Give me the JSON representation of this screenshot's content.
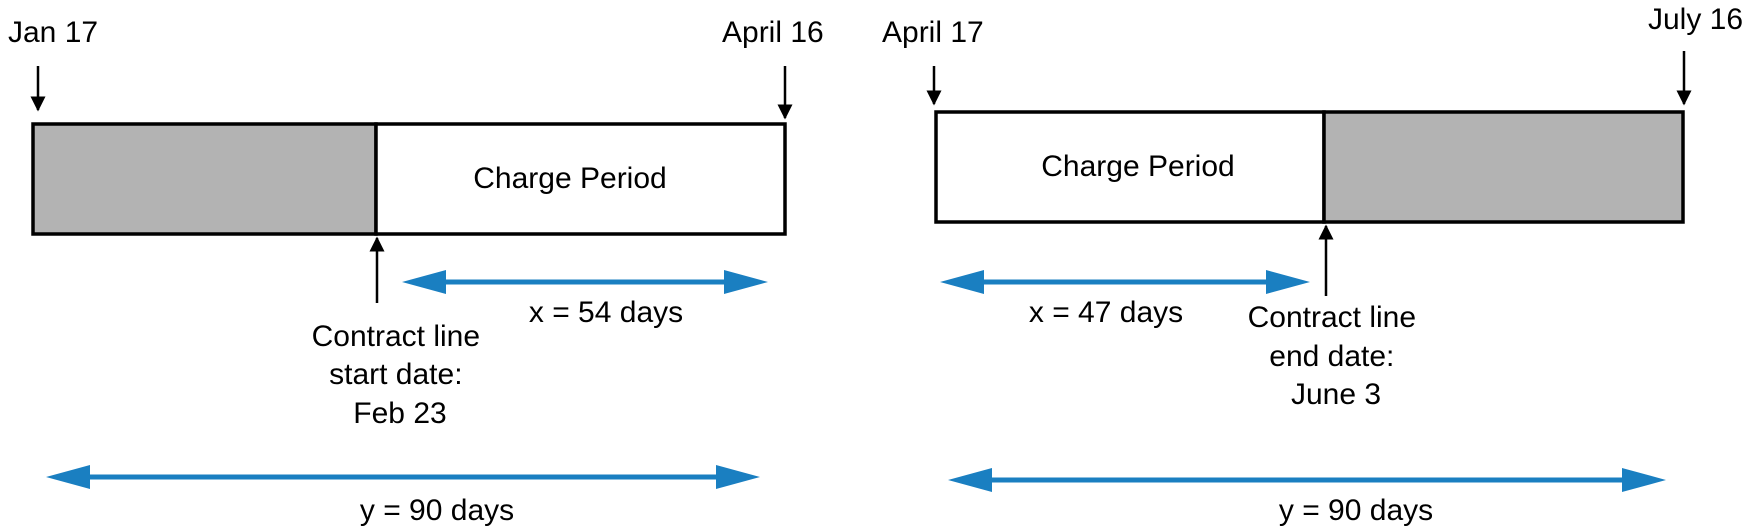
{
  "colors": {
    "shaded": "#b3b3b3",
    "outline": "#000000",
    "span_arrow": "#1a7fc1",
    "background": "#ffffff"
  },
  "left": {
    "start_label": "Jan 17",
    "end_label": "April 16",
    "period_label": "Charge Period",
    "contract_label": [
      "Contract line",
      "start date:",
      "Feb 23"
    ],
    "x_label": "x = 54 days",
    "y_label": "y = 90 days"
  },
  "right": {
    "start_label": "April 17",
    "end_label": "July 16",
    "period_label": "Charge Period",
    "contract_label": [
      "Contract line",
      "end date:",
      "June 3"
    ],
    "x_label": "x = 47 days",
    "y_label": "y = 90 days"
  }
}
